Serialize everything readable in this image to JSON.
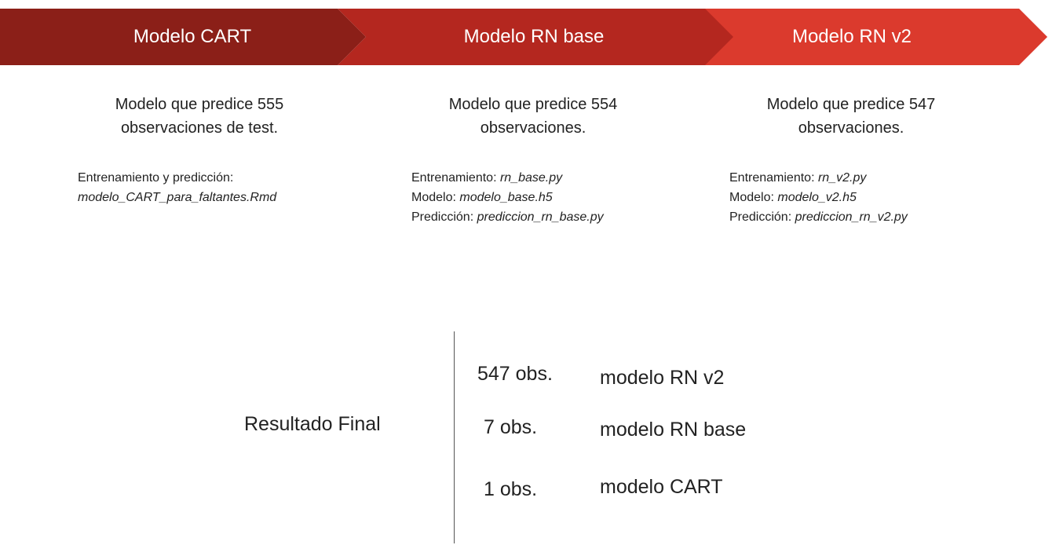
{
  "steps": [
    {
      "title": "Modelo CART",
      "summary": "Modelo que predice 555 observaciones de test.",
      "files": [
        {
          "label": "Entrenamiento y predicción:",
          "value": "modelo_CART_para_faltantes.Rmd"
        }
      ],
      "color": "#8B1F18"
    },
    {
      "title": "Modelo RN base",
      "summary": "Modelo que predice 554 observaciones.",
      "files": [
        {
          "label": "Entrenamiento:",
          "value": "rn_base.py"
        },
        {
          "label": "Modelo:",
          "value": "modelo_base.h5"
        },
        {
          "label": "Predicción:",
          "value": "prediccion_rn_base.py"
        }
      ],
      "color": "#B4271F"
    },
    {
      "title": "Modelo RN v2",
      "summary": "Modelo que predice 547 observaciones.",
      "files": [
        {
          "label": "Entrenamiento:",
          "value": "rn_v2.py"
        },
        {
          "label": "Modelo:",
          "value": "modelo_v2.h5"
        },
        {
          "label": "Predicción:",
          "value": "prediccion_rn_v2.py"
        }
      ],
      "color": "#DB3A2D"
    }
  ],
  "result": {
    "label": "Resultado Final",
    "rows": [
      {
        "count": "547 obs.",
        "model": "modelo RN v2"
      },
      {
        "count": "7 obs.",
        "model": "modelo RN base"
      },
      {
        "count": "1 obs.",
        "model": "modelo CART"
      }
    ]
  }
}
